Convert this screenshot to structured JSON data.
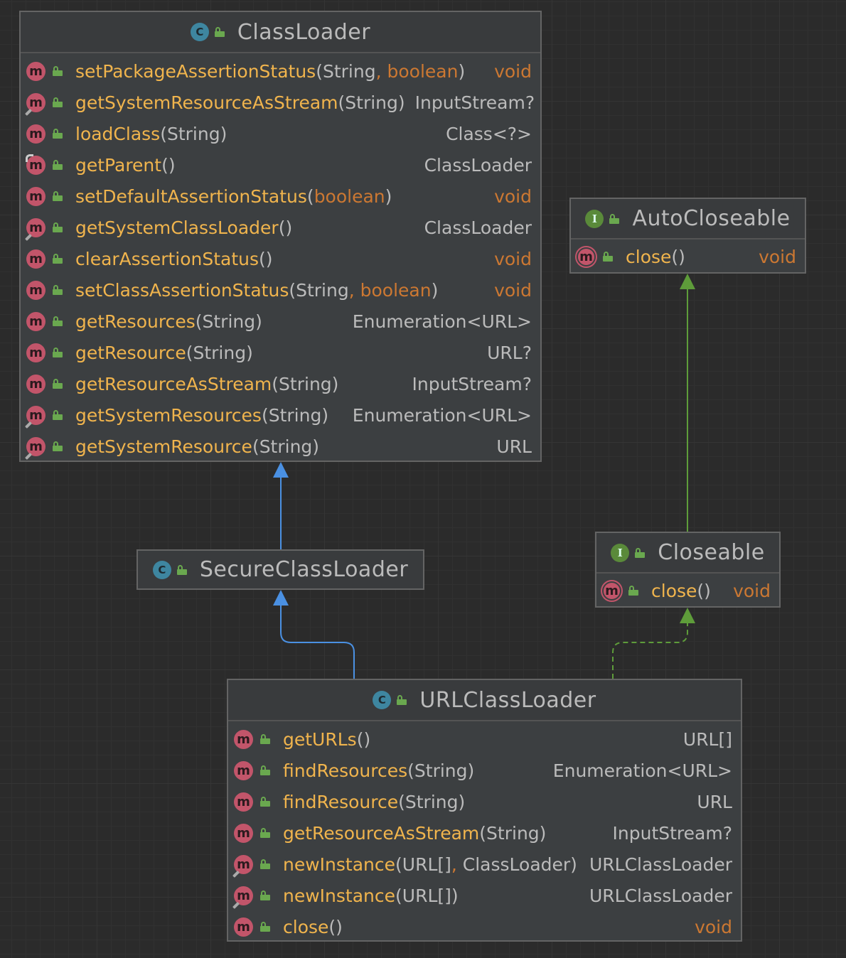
{
  "diagram": {
    "colors": {
      "background": "#2b2b2b",
      "node_fill": "#3c3f41",
      "node_border": "#646464",
      "method_name": "#f0b44d",
      "keyword": "#cc7832",
      "text": "#bbbbbb",
      "extends_edge": "#4a90e2",
      "implements_edge": "#5e9c3a",
      "class_icon": "#3e86a0",
      "interface_icon": "#5a8a3a",
      "method_icon": "#c2556a"
    },
    "nodes": [
      {
        "id": "ClassLoader",
        "kind": "class",
        "kind_icon": "class-icon",
        "kind_letter": "C",
        "title": "ClassLoader",
        "methods": [
          {
            "name": "setPackageAssertionStatus",
            "params": [
              {
                "t": "(",
                "k": false
              },
              {
                "t": "String",
                "k": false
              },
              {
                "t": ", ",
                "k": true
              },
              {
                "t": "boolean",
                "k": true
              },
              {
                "t": ")",
                "k": false
              }
            ],
            "ret": "void",
            "ret_kw": true,
            "mod": ""
          },
          {
            "name": "getSystemResourceAsStream",
            "params": [
              {
                "t": "(String)",
                "k": false
              }
            ],
            "ret": "InputStream?",
            "ret_kw": false,
            "mod": "static"
          },
          {
            "name": "loadClass",
            "params": [
              {
                "t": "(String)",
                "k": false
              }
            ],
            "ret": "Class<?>",
            "ret_kw": false,
            "mod": ""
          },
          {
            "name": "getParent",
            "params": [
              {
                "t": "()",
                "k": false
              }
            ],
            "ret": "ClassLoader",
            "ret_kw": false,
            "mod": "overridden"
          },
          {
            "name": "setDefaultAssertionStatus",
            "params": [
              {
                "t": "(",
                "k": false
              },
              {
                "t": "boolean",
                "k": true
              },
              {
                "t": ")",
                "k": false
              }
            ],
            "ret": "void",
            "ret_kw": true,
            "mod": ""
          },
          {
            "name": "getSystemClassLoader",
            "params": [
              {
                "t": "()",
                "k": false
              }
            ],
            "ret": "ClassLoader",
            "ret_kw": false,
            "mod": "static"
          },
          {
            "name": "clearAssertionStatus",
            "params": [
              {
                "t": "()",
                "k": false
              }
            ],
            "ret": "void",
            "ret_kw": true,
            "mod": ""
          },
          {
            "name": "setClassAssertionStatus",
            "params": [
              {
                "t": "(String",
                "k": false
              },
              {
                "t": ", ",
                "k": true
              },
              {
                "t": "boolean",
                "k": true
              },
              {
                "t": ")",
                "k": false
              }
            ],
            "ret": "void",
            "ret_kw": true,
            "mod": ""
          },
          {
            "name": "getResources",
            "params": [
              {
                "t": "(String)",
                "k": false
              }
            ],
            "ret": "Enumeration<URL>",
            "ret_kw": false,
            "mod": ""
          },
          {
            "name": "getResource",
            "params": [
              {
                "t": "(String)",
                "k": false
              }
            ],
            "ret": "URL?",
            "ret_kw": false,
            "mod": ""
          },
          {
            "name": "getResourceAsStream",
            "params": [
              {
                "t": "(String)",
                "k": false
              }
            ],
            "ret": "InputStream?",
            "ret_kw": false,
            "mod": ""
          },
          {
            "name": "getSystemResources",
            "params": [
              {
                "t": "(String)",
                "k": false
              }
            ],
            "ret": "Enumeration<URL>",
            "ret_kw": false,
            "mod": "static"
          },
          {
            "name": "getSystemResource",
            "params": [
              {
                "t": "(String)",
                "k": false
              }
            ],
            "ret": "URL",
            "ret_kw": false,
            "mod": "static"
          }
        ]
      },
      {
        "id": "AutoCloseable",
        "kind": "interface",
        "kind_icon": "interface-icon",
        "kind_letter": "I",
        "title": "AutoCloseable",
        "methods": [
          {
            "name": "close",
            "params": [
              {
                "t": "()",
                "k": false
              }
            ],
            "ret": "void",
            "ret_kw": true,
            "mod": "abstract"
          }
        ]
      },
      {
        "id": "SecureClassLoader",
        "kind": "class",
        "kind_icon": "class-icon",
        "kind_letter": "C",
        "title": "SecureClassLoader",
        "methods": []
      },
      {
        "id": "Closeable",
        "kind": "interface",
        "kind_icon": "interface-icon",
        "kind_letter": "I",
        "title": "Closeable",
        "methods": [
          {
            "name": "close",
            "params": [
              {
                "t": "()",
                "k": false
              }
            ],
            "ret": "void",
            "ret_kw": true,
            "mod": "abstract"
          }
        ]
      },
      {
        "id": "URLClassLoader",
        "kind": "class",
        "kind_icon": "class-icon",
        "kind_letter": "C",
        "title": "URLClassLoader",
        "methods": [
          {
            "name": "getURLs",
            "params": [
              {
                "t": "()",
                "k": false
              }
            ],
            "ret": "URL[]",
            "ret_kw": false,
            "mod": ""
          },
          {
            "name": "findResources",
            "params": [
              {
                "t": "(String)",
                "k": false
              }
            ],
            "ret": "Enumeration<URL>",
            "ret_kw": false,
            "mod": ""
          },
          {
            "name": "findResource",
            "params": [
              {
                "t": "(String)",
                "k": false
              }
            ],
            "ret": "URL",
            "ret_kw": false,
            "mod": ""
          },
          {
            "name": "getResourceAsStream",
            "params": [
              {
                "t": "(String)",
                "k": false
              }
            ],
            "ret": "InputStream?",
            "ret_kw": false,
            "mod": ""
          },
          {
            "name": "newInstance",
            "params": [
              {
                "t": "(URL[]",
                "k": false
              },
              {
                "t": ", ",
                "k": true
              },
              {
                "t": "ClassLoader)",
                "k": false
              }
            ],
            "ret": "URLClassLoader",
            "ret_kw": false,
            "mod": "static"
          },
          {
            "name": "newInstance",
            "params": [
              {
                "t": "(URL[])",
                "k": false
              }
            ],
            "ret": "URLClassLoader",
            "ret_kw": false,
            "mod": "static"
          },
          {
            "name": "close",
            "params": [
              {
                "t": "()",
                "k": false
              }
            ],
            "ret": "void",
            "ret_kw": true,
            "mod": ""
          }
        ]
      }
    ],
    "edges": [
      {
        "from": "SecureClassLoader",
        "to": "ClassLoader",
        "type": "extends"
      },
      {
        "from": "URLClassLoader",
        "to": "SecureClassLoader",
        "type": "extends"
      },
      {
        "from": "Closeable",
        "to": "AutoCloseable",
        "type": "extends"
      },
      {
        "from": "URLClassLoader",
        "to": "Closeable",
        "type": "implements"
      }
    ]
  }
}
